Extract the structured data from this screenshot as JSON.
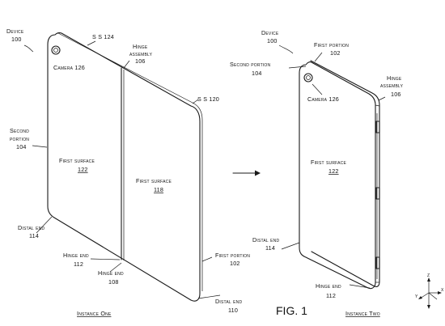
{
  "figure": "FIG. 1",
  "instance_one": {
    "caption": "Instance One",
    "labels": {
      "device": "Device",
      "device_num": "100",
      "ss124": "S S 124",
      "camera": "Camera 126",
      "hinge1": "Hinge",
      "hinge2": "assembly",
      "hinge_num": "106",
      "ss120": "S S 120",
      "second1": "Second",
      "second2": "portion",
      "second_num": "104",
      "fs_left": "First surface",
      "fs_left_num": "122",
      "fs_right": "First surface",
      "fs_right_num": "118",
      "distal1": "Distal end",
      "distal1_num": "114",
      "hinge_end1": "Hinge end",
      "hinge_end1_num": "112",
      "hinge_end2": "Hinge end",
      "hinge_end2_num": "108",
      "first_portion": "First portion",
      "first_portion_num": "102",
      "distal2": "Distal end",
      "distal2_num": "110"
    }
  },
  "instance_two": {
    "caption": "Instance Two",
    "labels": {
      "device": "Device",
      "device_num": "100",
      "first_portion": "First portion",
      "first_portion_num": "102",
      "second_portion": "Second portion",
      "second_portion_num": "104",
      "camera": "Camera 126",
      "hinge1": "Hinge",
      "hinge2": "assembly",
      "hinge_num": "106",
      "fs": "First surface",
      "fs_num": "122",
      "distal": "Distal end",
      "distal_num": "114",
      "hinge_end": "Hinge end",
      "hinge_end_num": "112"
    }
  },
  "axes": {
    "x": "x",
    "y": "y",
    "z": "z"
  }
}
